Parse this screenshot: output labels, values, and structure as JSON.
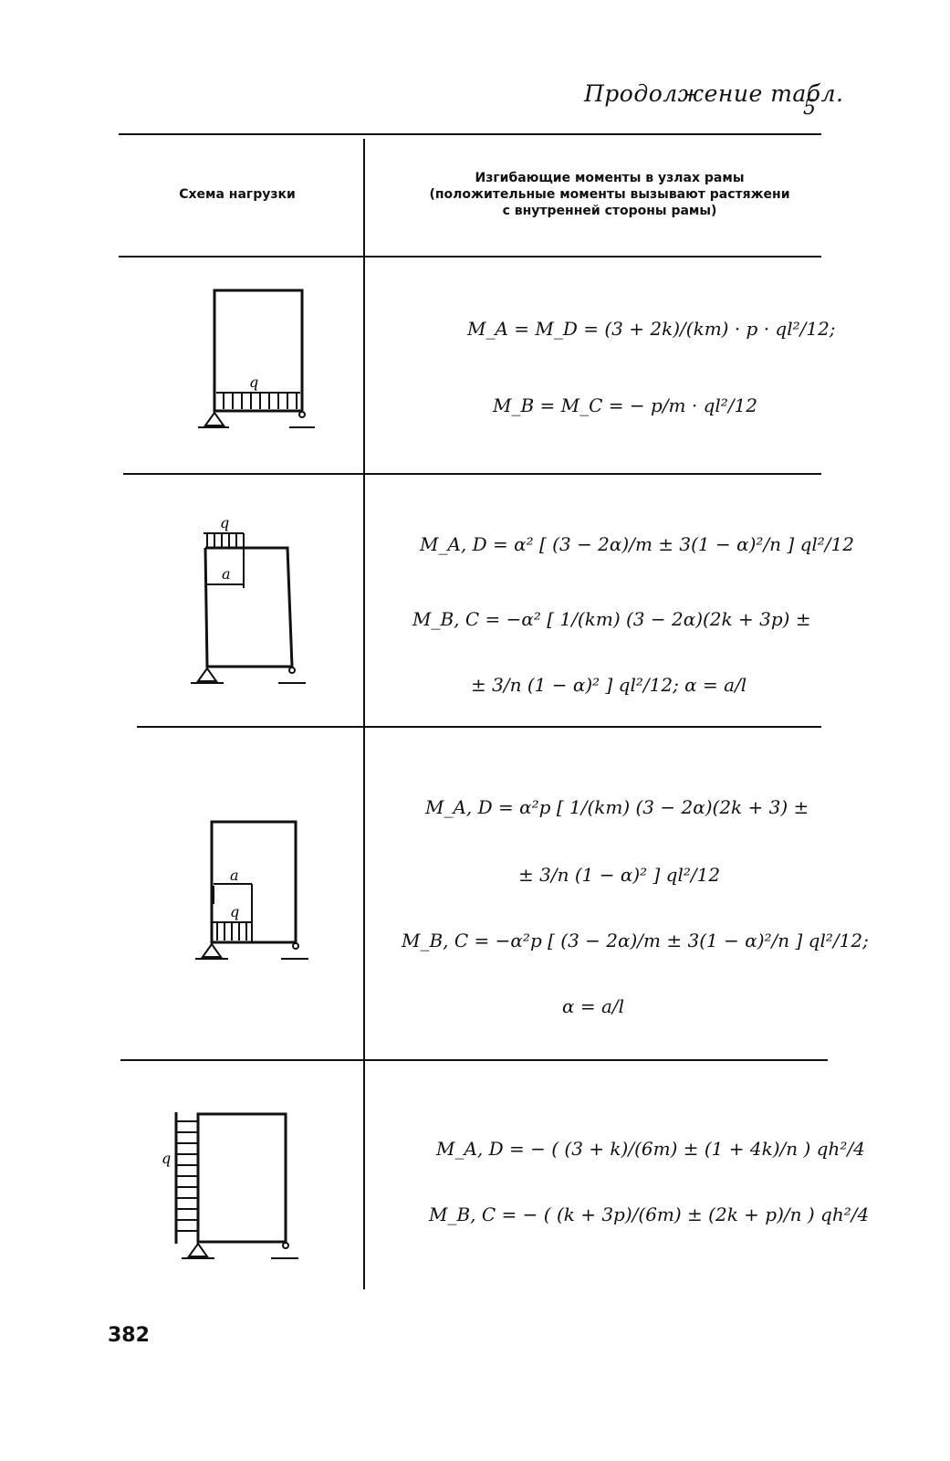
{
  "header": {
    "caption": "Продолжение табл.",
    "table_number": "5"
  },
  "columns": {
    "left": "Схема нагрузки",
    "right_line1": "Изгибающие моменты в узлах рамы",
    "right_line2": "(положительные моменты вызывают растяжени",
    "right_line3": "с внутренней стороны рамы)"
  },
  "rows": [
    {
      "load_label": "q",
      "formula_1": "M_A = M_D = (3 + 2k)/(km) · p · ql²/12;",
      "formula_2": "M_B = M_C = − p/m · ql²/12"
    },
    {
      "load_label": "q",
      "dim_label": "a",
      "formula_1": "M_A, D = α² [ (3 − 2α)/m ± 3(1 − α)²/n ] ql²/12",
      "formula_2": "M_B, C = −α² [ 1/(km) (3 − 2α)(2k + 3p) ±",
      "formula_3": "± 3/n (1 − α)² ] ql²/12;   α = a/l"
    },
    {
      "load_label": "q",
      "dim_label": "a",
      "formula_1": "M_A, D = α²p [ 1/(km) (3 − 2α)(2k + 3) ±",
      "formula_2": "± 3/n (1 − α)² ] ql²/12",
      "formula_3": "M_B, C = −α²p [ (3 − 2α)/m ± 3(1 − α)²/n ] ql²/12;",
      "formula_4": "α = a/l"
    },
    {
      "load_label": "q",
      "formula_1": "M_A, D = − ( (3 + k)/(6m) ± (1 + 4k)/n ) qh²/4",
      "formula_2": "M_B, C = − ( (k + 3p)/(6m) ± (2k + p)/n ) qh²/4"
    }
  ],
  "page_number": "382"
}
